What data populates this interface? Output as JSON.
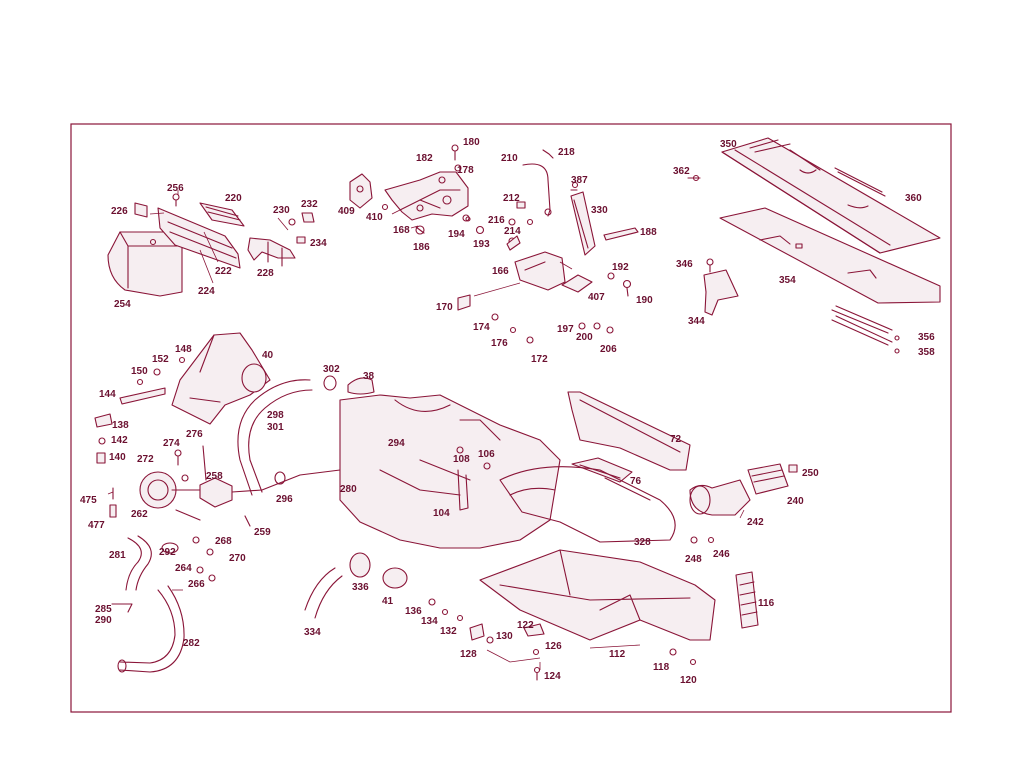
{
  "colors": {
    "ink": "#8a1538",
    "label": "#6b1030",
    "background": "#ffffff"
  },
  "labels": [
    {
      "id": "180",
      "text": "180"
    },
    {
      "id": "182",
      "text": "182"
    },
    {
      "id": "178",
      "text": "178"
    },
    {
      "id": "210",
      "text": "210"
    },
    {
      "id": "218",
      "text": "218"
    },
    {
      "id": "387",
      "text": "387"
    },
    {
      "id": "350",
      "text": "350"
    },
    {
      "id": "362",
      "text": "362"
    },
    {
      "id": "360",
      "text": "360"
    },
    {
      "id": "256",
      "text": "256"
    },
    {
      "id": "220",
      "text": "220"
    },
    {
      "id": "226",
      "text": "226"
    },
    {
      "id": "230",
      "text": "230"
    },
    {
      "id": "232",
      "text": "232"
    },
    {
      "id": "234",
      "text": "234"
    },
    {
      "id": "222",
      "text": "222"
    },
    {
      "id": "224",
      "text": "224"
    },
    {
      "id": "228",
      "text": "228"
    },
    {
      "id": "254",
      "text": "254"
    },
    {
      "id": "409",
      "text": "409"
    },
    {
      "id": "410",
      "text": "410"
    },
    {
      "id": "168",
      "text": "168"
    },
    {
      "id": "186",
      "text": "186"
    },
    {
      "id": "194",
      "text": "194"
    },
    {
      "id": "193",
      "text": "193"
    },
    {
      "id": "212",
      "text": "212"
    },
    {
      "id": "216",
      "text": "216"
    },
    {
      "id": "214",
      "text": "214"
    },
    {
      "id": "330",
      "text": "330"
    },
    {
      "id": "188",
      "text": "188"
    },
    {
      "id": "166",
      "text": "166"
    },
    {
      "id": "192",
      "text": "192"
    },
    {
      "id": "190",
      "text": "190"
    },
    {
      "id": "407",
      "text": "407"
    },
    {
      "id": "170",
      "text": "170"
    },
    {
      "id": "174",
      "text": "174"
    },
    {
      "id": "176",
      "text": "176"
    },
    {
      "id": "172",
      "text": "172"
    },
    {
      "id": "197",
      "text": "197"
    },
    {
      "id": "200",
      "text": "200"
    },
    {
      "id": "206",
      "text": "206"
    },
    {
      "id": "346",
      "text": "346"
    },
    {
      "id": "354",
      "text": "354"
    },
    {
      "id": "344",
      "text": "344"
    },
    {
      "id": "356",
      "text": "356"
    },
    {
      "id": "358",
      "text": "358"
    },
    {
      "id": "148",
      "text": "148"
    },
    {
      "id": "152",
      "text": "152"
    },
    {
      "id": "150",
      "text": "150"
    },
    {
      "id": "40",
      "text": "40"
    },
    {
      "id": "302",
      "text": "302"
    },
    {
      "id": "38",
      "text": "38"
    },
    {
      "id": "144",
      "text": "144"
    },
    {
      "id": "138",
      "text": "138"
    },
    {
      "id": "142",
      "text": "142"
    },
    {
      "id": "140",
      "text": "140"
    },
    {
      "id": "298",
      "text": "298"
    },
    {
      "id": "301",
      "text": "301"
    },
    {
      "id": "72",
      "text": "72"
    },
    {
      "id": "274",
      "text": "274"
    },
    {
      "id": "276",
      "text": "276"
    },
    {
      "id": "272",
      "text": "272"
    },
    {
      "id": "294",
      "text": "294"
    },
    {
      "id": "108",
      "text": "108"
    },
    {
      "id": "106",
      "text": "106"
    },
    {
      "id": "258",
      "text": "258"
    },
    {
      "id": "76",
      "text": "76"
    },
    {
      "id": "250",
      "text": "250"
    },
    {
      "id": "475",
      "text": "475"
    },
    {
      "id": "280",
      "text": "280"
    },
    {
      "id": "296",
      "text": "296"
    },
    {
      "id": "240",
      "text": "240"
    },
    {
      "id": "477",
      "text": "477"
    },
    {
      "id": "262",
      "text": "262"
    },
    {
      "id": "259",
      "text": "259"
    },
    {
      "id": "104",
      "text": "104"
    },
    {
      "id": "242",
      "text": "242"
    },
    {
      "id": "328",
      "text": "328"
    },
    {
      "id": "292",
      "text": "292"
    },
    {
      "id": "268",
      "text": "268"
    },
    {
      "id": "281",
      "text": "281"
    },
    {
      "id": "264",
      "text": "264"
    },
    {
      "id": "270",
      "text": "270"
    },
    {
      "id": "248",
      "text": "248"
    },
    {
      "id": "246",
      "text": "246"
    },
    {
      "id": "266",
      "text": "266"
    },
    {
      "id": "336",
      "text": "336"
    },
    {
      "id": "41",
      "text": "41"
    },
    {
      "id": "116",
      "text": "116"
    },
    {
      "id": "285",
      "text": "285"
    },
    {
      "id": "290",
      "text": "290"
    },
    {
      "id": "136",
      "text": "136"
    },
    {
      "id": "134",
      "text": "134"
    },
    {
      "id": "132",
      "text": "132"
    },
    {
      "id": "334",
      "text": "334"
    },
    {
      "id": "122",
      "text": "122"
    },
    {
      "id": "130",
      "text": "130"
    },
    {
      "id": "126",
      "text": "126"
    },
    {
      "id": "282",
      "text": "282"
    },
    {
      "id": "128",
      "text": "128"
    },
    {
      "id": "112",
      "text": "112"
    },
    {
      "id": "118",
      "text": "118"
    },
    {
      "id": "124",
      "text": "124"
    },
    {
      "id": "120",
      "text": "120"
    }
  ]
}
